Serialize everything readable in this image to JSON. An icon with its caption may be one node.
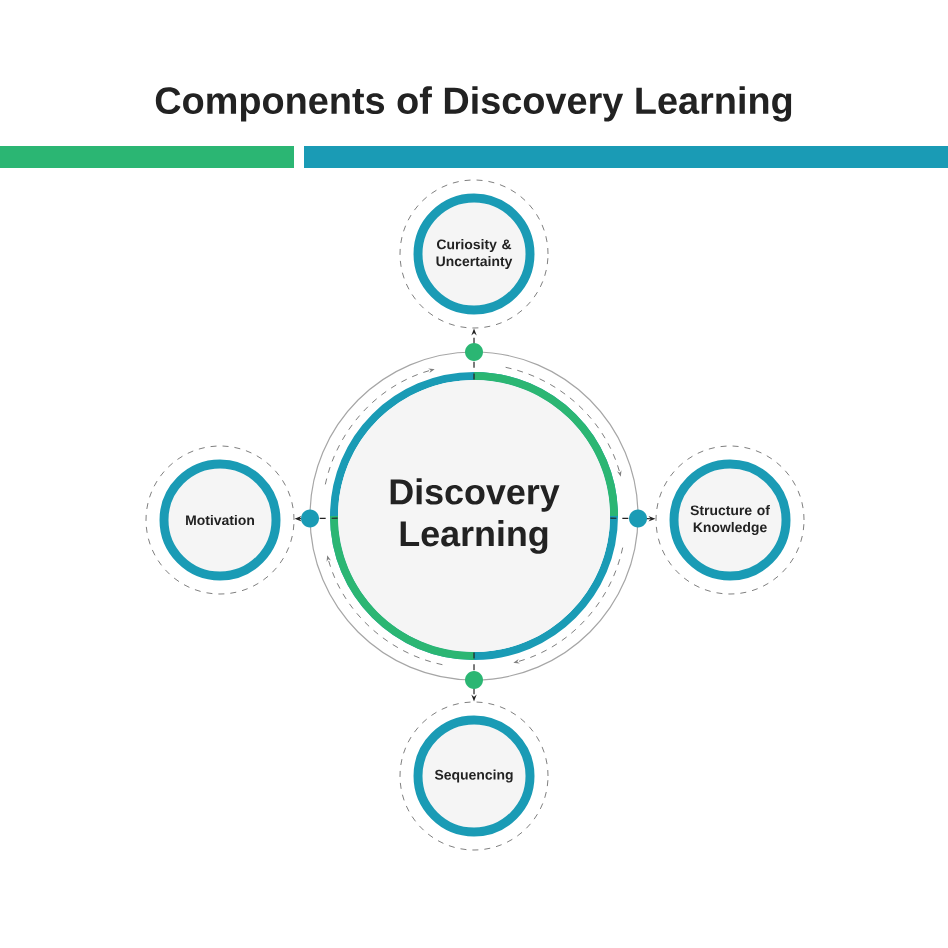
{
  "diagram": {
    "title": "Components of Discovery Learning",
    "nodes": [
      {
        "text": [
          "Curiosity & Uncertainty"
        ]
      },
      {
        "text": [
          "Motivation"
        ]
      },
      {
        "text": [
          "Discovery Learning"
        ]
      },
      {
        "text": [
          "Structure of Knowledge"
        ]
      },
      {
        "text": [
          "Sequencing"
        ]
      }
    ],
    "edges": [
      {
        "from": 2,
        "to": 0,
        "arrow": "to",
        "style": "dashed"
      },
      {
        "from": 2,
        "to": 1,
        "arrow": "to",
        "style": "dashed"
      },
      {
        "from": 2,
        "to": 3,
        "arrow": "to",
        "style": "dashed"
      },
      {
        "from": 2,
        "to": 4,
        "arrow": "to",
        "style": "dashed"
      }
    ]
  }
}
